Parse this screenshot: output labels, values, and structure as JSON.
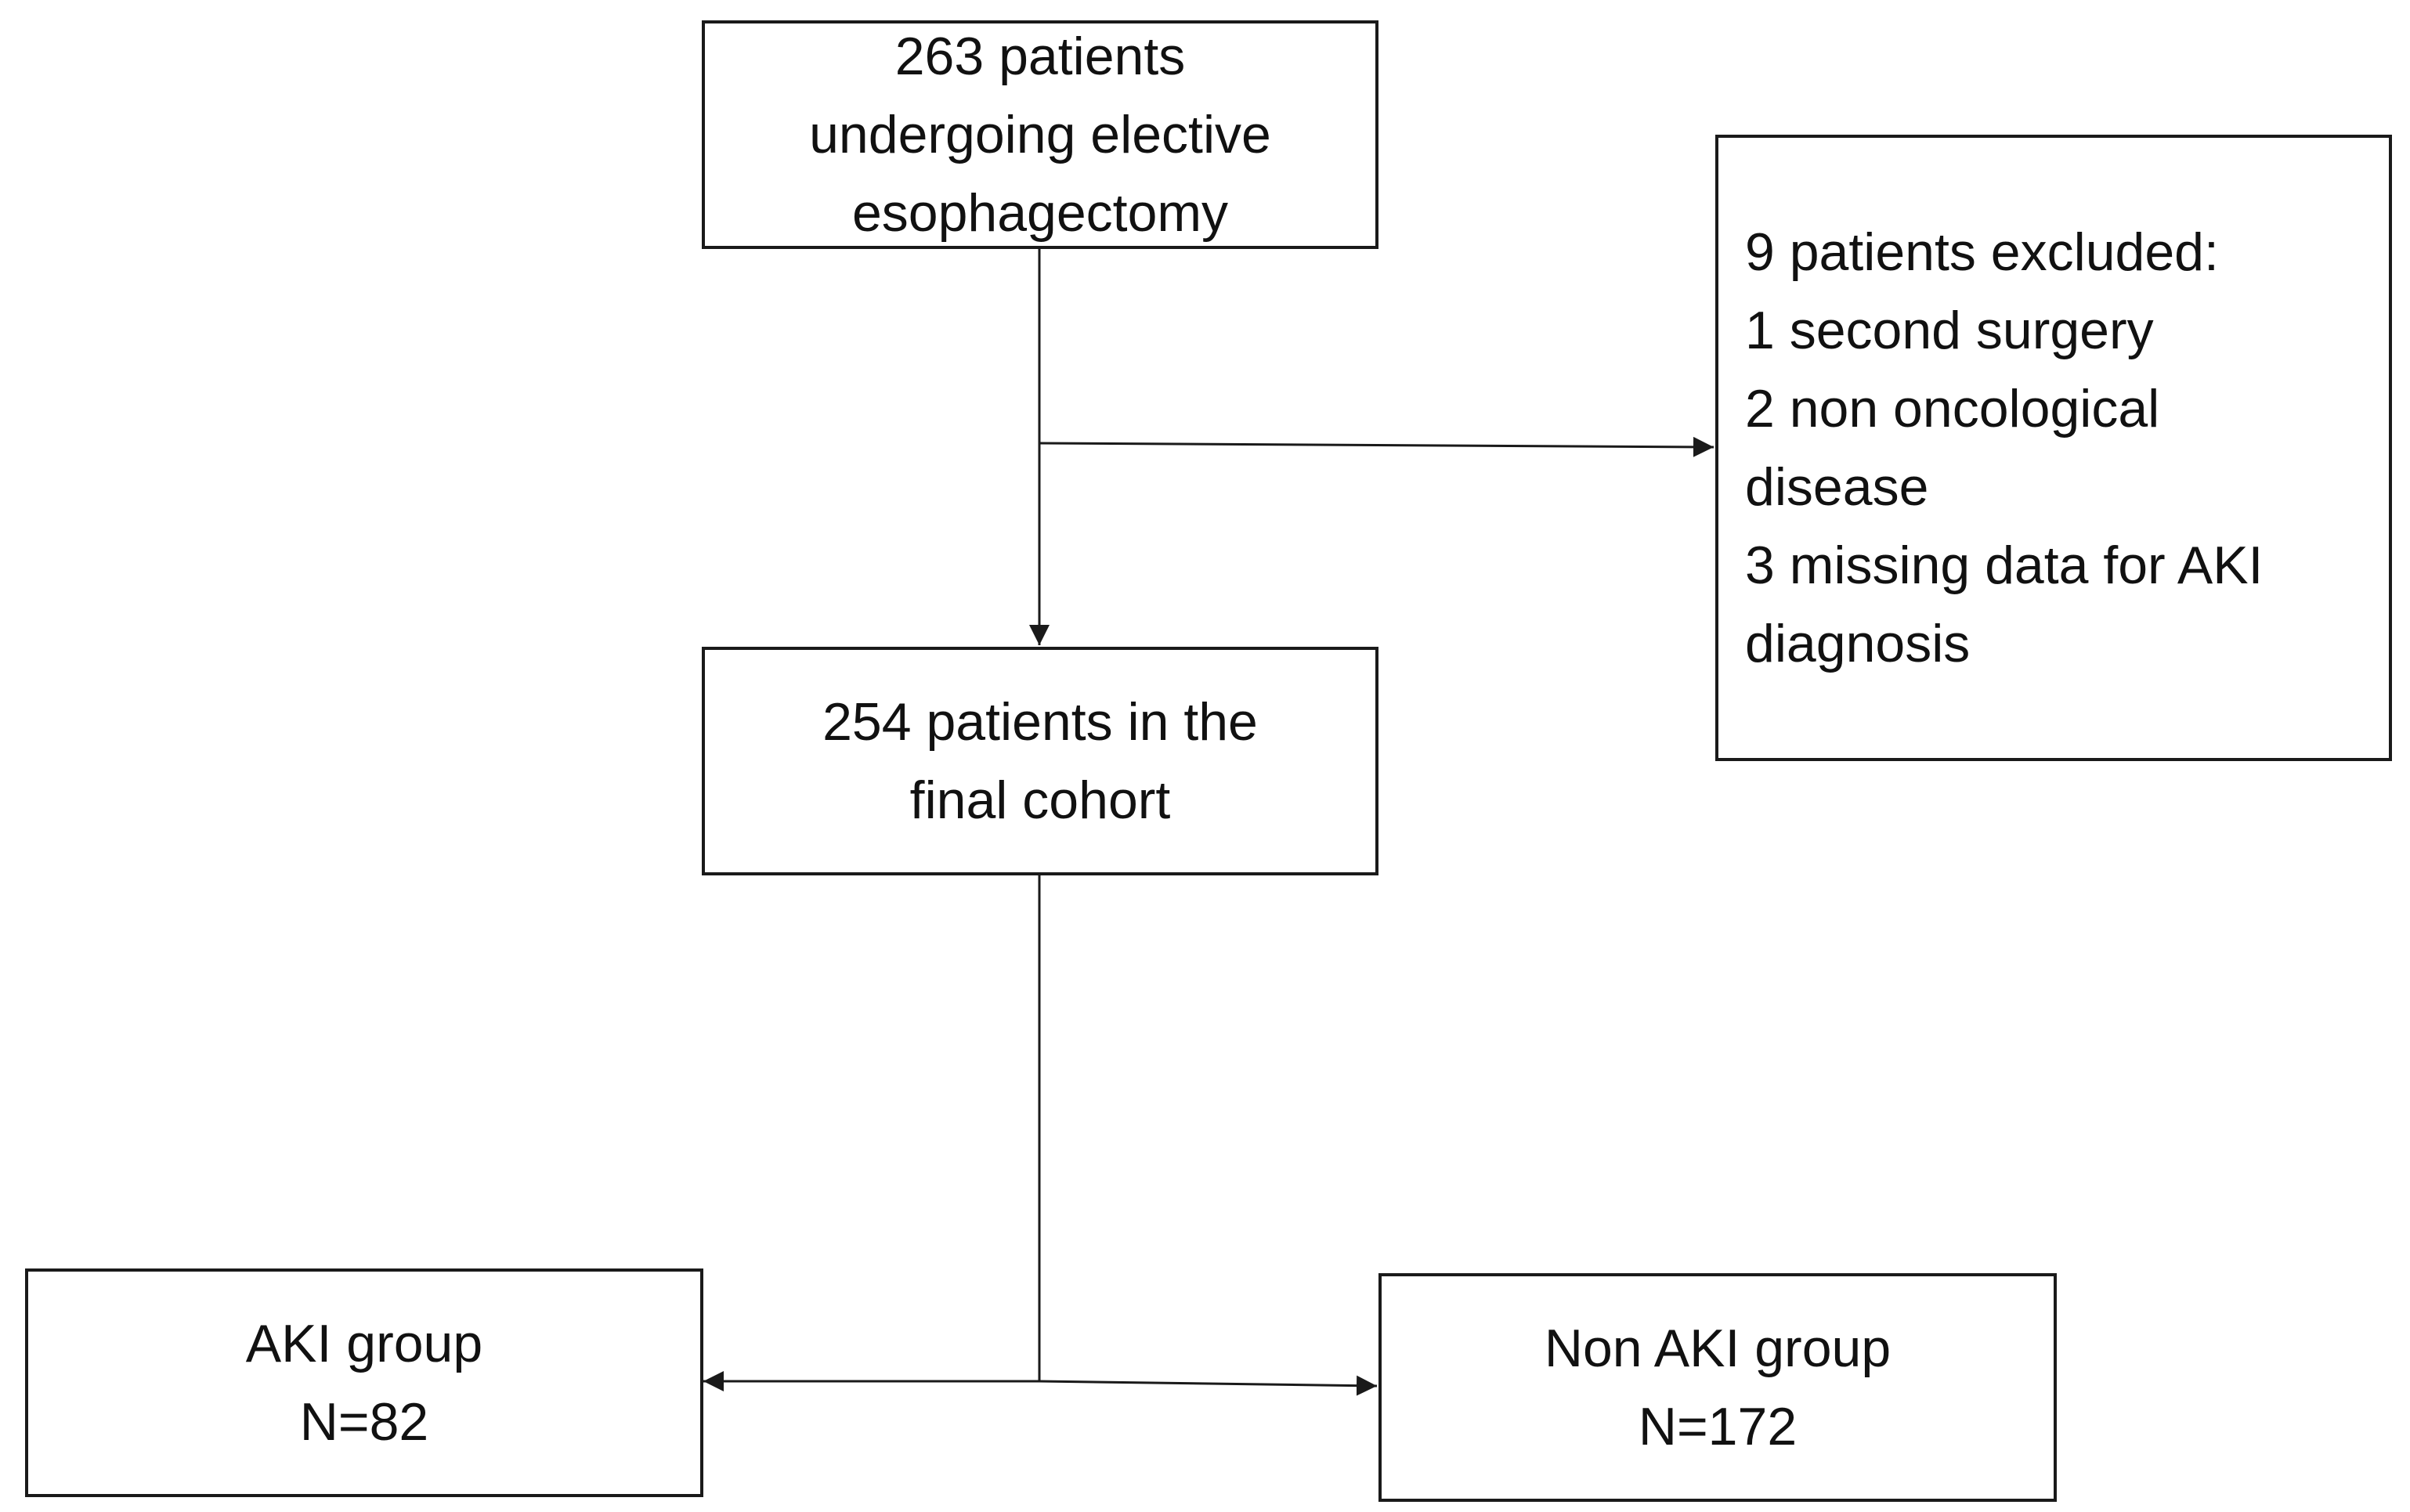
{
  "flowchart": {
    "start": {
      "lines": [
        "263 patients",
        "undergoing elective",
        "esophagectomy"
      ]
    },
    "excluded": {
      "lines": [
        "9 patients excluded:",
        "1 second surgery",
        "2 non oncological",
        "disease",
        "3 missing data for AKI",
        "diagnosis"
      ]
    },
    "cohort": {
      "lines": [
        "254 patients in the",
        "final cohort"
      ]
    },
    "aki_group": {
      "lines": [
        "AKI group",
        "N=82"
      ]
    },
    "non_aki_group": {
      "lines": [
        "Non AKI group",
        "N=172"
      ]
    }
  }
}
